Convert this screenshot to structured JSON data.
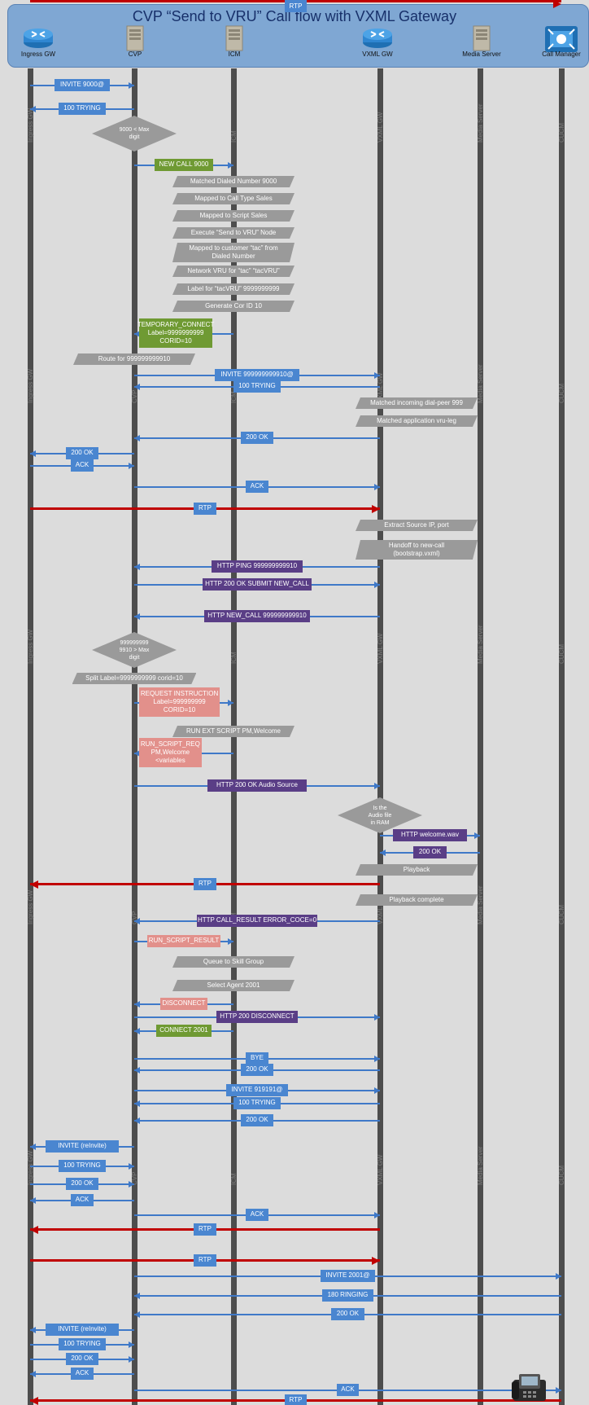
{
  "header": {
    "title": "CVP “Send to VRU” Call flow with VXML Gateway",
    "actors": [
      {
        "name": "Ingress GW",
        "icon": "router-icon"
      },
      {
        "name": "CVP",
        "icon": "server-icon"
      },
      {
        "name": "ICM",
        "icon": "server-icon"
      },
      {
        "name": "VXML GW",
        "icon": "router-icon"
      },
      {
        "name": "Media Server",
        "icon": "server-icon"
      },
      {
        "name": "Call Manager",
        "icon": "call-manager-icon"
      }
    ]
  },
  "lifeline_labels": [
    "Ingress GW",
    "CVP",
    "ICM",
    "VXML GW",
    "Media Server",
    "CUCM"
  ],
  "steps": [
    {
      "kind": "msg",
      "text": "INVITE 9000@",
      "from": 0,
      "to": 1,
      "style": "blue"
    },
    {
      "kind": "msg",
      "text": "100 TRYING",
      "from": 1,
      "to": 0,
      "style": "blue"
    },
    {
      "kind": "decision",
      "text": "9000 < Max\ndigit"
    },
    {
      "kind": "msg",
      "text": "NEW CALL 9000",
      "from": 1,
      "to": 2,
      "style": "green"
    },
    {
      "kind": "note",
      "text": "Matched Dialed Number 9000"
    },
    {
      "kind": "note",
      "text": "Mapped to Call Type Sales"
    },
    {
      "kind": "note",
      "text": "Mapped to Script Sales"
    },
    {
      "kind": "note",
      "text": "Execute “Send to VRU” Node"
    },
    {
      "kind": "note",
      "text": "Mapped to customer “tac” from\nDialed Number"
    },
    {
      "kind": "note",
      "text": "Network VRU for “tac” “tacVRU”"
    },
    {
      "kind": "note",
      "text": "Label for “tacVRU” 9999999999"
    },
    {
      "kind": "note",
      "text": "Generate Cor ID 10"
    },
    {
      "kind": "msg",
      "text": "TEMPORARY_CONNECT\nLabel=9999999999\nCORID=10",
      "from": 2,
      "to": 1,
      "style": "green"
    },
    {
      "kind": "note",
      "text": "Route for 999999999910"
    },
    {
      "kind": "msg",
      "text": "INVITE 999999999910@",
      "from": 1,
      "to": 3,
      "style": "blue"
    },
    {
      "kind": "msg",
      "text": "100 TRYING",
      "from": 3,
      "to": 1,
      "style": "blue"
    },
    {
      "kind": "note",
      "text": "Matched incoming dial-peer 999"
    },
    {
      "kind": "note",
      "text": "Matched application vru-leg"
    },
    {
      "kind": "msg",
      "text": "200 OK",
      "from": 3,
      "to": 1,
      "style": "blue"
    },
    {
      "kind": "msg",
      "text": "200 OK",
      "from": 1,
      "to": 0,
      "style": "blue"
    },
    {
      "kind": "msg",
      "text": "ACK",
      "from": 0,
      "to": 1,
      "style": "blue"
    },
    {
      "kind": "msg",
      "text": "ACK",
      "from": 1,
      "to": 3,
      "style": "blue"
    },
    {
      "kind": "msg",
      "text": "RTP",
      "from": 0,
      "to": 3,
      "style": "red"
    },
    {
      "kind": "note",
      "text": "Extract Source IP, port"
    },
    {
      "kind": "note",
      "text": "Handoff to new-call\n(bootstrap.vxml)"
    },
    {
      "kind": "msg",
      "text": "HTTP PING 999999999910",
      "from": 3,
      "to": 1,
      "style": "purple"
    },
    {
      "kind": "msg",
      "text": "HTTP 200 OK SUBMIT NEW_CALL",
      "from": 1,
      "to": 3,
      "style": "purple"
    },
    {
      "kind": "msg",
      "text": "HTTP NEW_CALL 999999999910",
      "from": 3,
      "to": 1,
      "style": "purple"
    },
    {
      "kind": "decision",
      "text": "999999999\n9910 > Max\ndigit"
    },
    {
      "kind": "note",
      "text": "Split Label=9999999999 corid=10"
    },
    {
      "kind": "msg",
      "text": "REQUEST INSTRUCTION\nLabel=999999999\nCORID=10",
      "from": 1,
      "to": 2,
      "style": "pink"
    },
    {
      "kind": "note",
      "text": "RUN EXT SCRIPT PM,Welcome"
    },
    {
      "kind": "msg",
      "text": "RUN_SCRIPT_REQ\nPM,Welcome\n<variables",
      "from": 2,
      "to": 1,
      "style": "pink"
    },
    {
      "kind": "msg",
      "text": "HTTP 200 OK Audio Source",
      "from": 1,
      "to": 3,
      "style": "purple"
    },
    {
      "kind": "decision",
      "text": "Is the\nAudio file\nin RAM"
    },
    {
      "kind": "msg",
      "text": "HTTP  welcome.wav",
      "from": 3,
      "to": 4,
      "style": "purple"
    },
    {
      "kind": "msg",
      "text": "200 OK",
      "from": 4,
      "to": 3,
      "style": "purple"
    },
    {
      "kind": "note",
      "text": "Playback"
    },
    {
      "kind": "msg",
      "text": "RTP",
      "from": 3,
      "to": 0,
      "style": "red"
    },
    {
      "kind": "note",
      "text": "Playback complete"
    },
    {
      "kind": "msg",
      "text": "HTTP  CALL_RESULT ERROR_COCE=0",
      "from": 3,
      "to": 1,
      "style": "purple"
    },
    {
      "kind": "msg",
      "text": "RUN_SCRIPT_RESULT",
      "from": 1,
      "to": 2,
      "style": "pink"
    },
    {
      "kind": "note",
      "text": "Queue to Skill Group"
    },
    {
      "kind": "note",
      "text": "Select Agent 2001"
    },
    {
      "kind": "msg",
      "text": "DISCONNECT",
      "from": 2,
      "to": 1,
      "style": "pink"
    },
    {
      "kind": "msg",
      "text": "HTTP 200 DISCONNECT",
      "from": 1,
      "to": 3,
      "style": "purple"
    },
    {
      "kind": "msg",
      "text": "CONNECT 2001",
      "from": 2,
      "to": 1,
      "style": "green"
    },
    {
      "kind": "msg",
      "text": "BYE",
      "from": 1,
      "to": 3,
      "style": "blue"
    },
    {
      "kind": "msg",
      "text": "200 OK",
      "from": 3,
      "to": 1,
      "style": "blue"
    },
    {
      "kind": "msg",
      "text": "INVITE 919191@",
      "from": 1,
      "to": 3,
      "style": "blue"
    },
    {
      "kind": "msg",
      "text": "100 TRYING",
      "from": 3,
      "to": 1,
      "style": "blue"
    },
    {
      "kind": "msg",
      "text": "200 OK",
      "from": 3,
      "to": 1,
      "style": "blue"
    },
    {
      "kind": "msg",
      "text": "INVITE (reInvite)",
      "from": 1,
      "to": 0,
      "style": "blue"
    },
    {
      "kind": "msg",
      "text": "100 TRYING",
      "from": 0,
      "to": 1,
      "style": "blue"
    },
    {
      "kind": "msg",
      "text": "200 OK",
      "from": 0,
      "to": 1,
      "style": "blue"
    },
    {
      "kind": "msg",
      "text": "ACK",
      "from": 1,
      "to": 0,
      "style": "blue"
    },
    {
      "kind": "msg",
      "text": "ACK",
      "from": 1,
      "to": 3,
      "style": "blue"
    },
    {
      "kind": "msg",
      "text": "RTP",
      "from": 3,
      "to": 0,
      "style": "red"
    },
    {
      "kind": "msg",
      "text": "RTP",
      "from": 0,
      "to": 3,
      "style": "red"
    },
    {
      "kind": "msg",
      "text": "INVITE 2001@",
      "from": 1,
      "to": 5,
      "style": "blue"
    },
    {
      "kind": "msg",
      "text": "180 RINGING",
      "from": 5,
      "to": 1,
      "style": "blue"
    },
    {
      "kind": "msg",
      "text": "200 OK",
      "from": 5,
      "to": 1,
      "style": "blue"
    },
    {
      "kind": "msg",
      "text": "INVITE (reInvite)",
      "from": 1,
      "to": 0,
      "style": "blue"
    },
    {
      "kind": "msg",
      "text": "100 TRYING",
      "from": 0,
      "to": 1,
      "style": "blue"
    },
    {
      "kind": "msg",
      "text": "200 OK",
      "from": 0,
      "to": 1,
      "style": "blue"
    },
    {
      "kind": "msg",
      "text": "ACK",
      "from": 1,
      "to": 0,
      "style": "blue"
    },
    {
      "kind": "msg",
      "text": "ACK",
      "from": 1,
      "to": 5,
      "style": "blue"
    },
    {
      "kind": "msg",
      "text": "RTP",
      "from": 5,
      "to": 0,
      "style": "red"
    },
    {
      "kind": "msg",
      "text": "RTP",
      "from": 0,
      "to": 5,
      "style": "red"
    }
  ]
}
